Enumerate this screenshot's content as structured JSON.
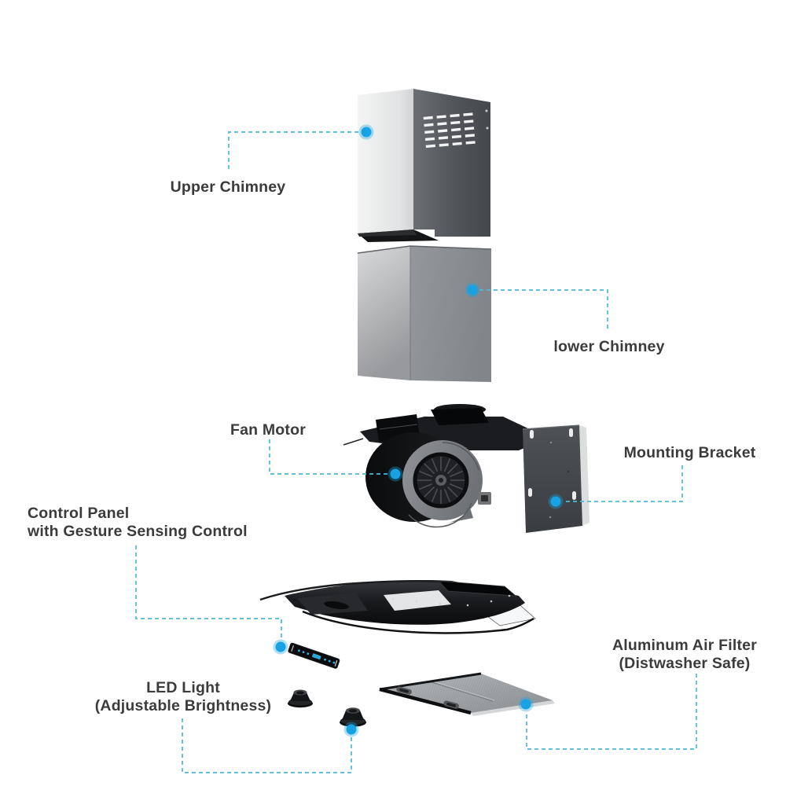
{
  "colors": {
    "background": "#ffffff",
    "label_text": "#3b3b3b",
    "callout_line": "#4fb8da",
    "callout_dot": "#17a3e3",
    "panel_accent": "#31aee3"
  },
  "labels": {
    "upper_chimney": {
      "text": "Upper Chimney"
    },
    "lower_chimney": {
      "text": "lower Chimney"
    },
    "fan_motor": {
      "text": "Fan Motor"
    },
    "mounting_bracket": {
      "text": "Mounting Bracket"
    },
    "control_panel": {
      "line1": "Control Panel",
      "line2": "with Gesture Sensing Control"
    },
    "aluminum_air_filter": {
      "line1": "Aluminum Air Filter",
      "line2": "(Distwasher Safe)"
    },
    "led_light": {
      "line1": "LED Light",
      "line2": "(Adjustable Brightness)"
    }
  }
}
